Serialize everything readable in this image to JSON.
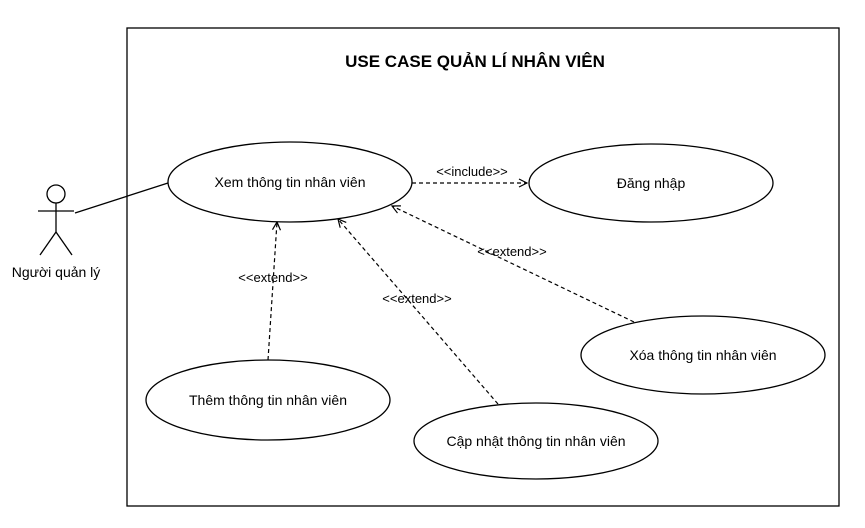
{
  "diagram": {
    "title": "USE CASE QUẢN LÍ NHÂN VIÊN",
    "actor": {
      "name": "Người quản lý"
    },
    "use_cases": {
      "view": "Xem thông tin nhân viên",
      "login": "Đăng nhập",
      "add": "Thêm thông tin nhân viên",
      "update": "Cập nhật thông tin nhân viên",
      "delete": "Xóa thông tin nhân viên"
    },
    "relations": {
      "include": "<<include>>",
      "extend_add": "<<extend>>",
      "extend_update": "<<extend>>",
      "extend_delete": "<<extend>>"
    }
  }
}
